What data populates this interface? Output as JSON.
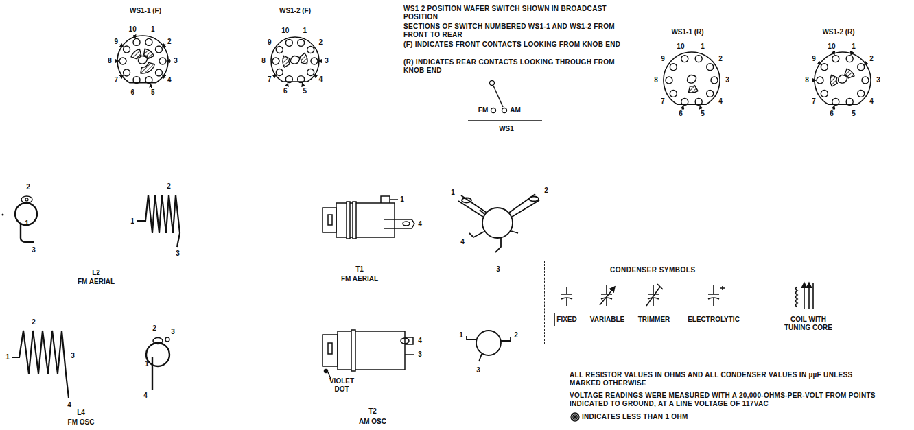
{
  "diagram": {
    "nodes": [
      {
        "text": [
          "CONDENSER SYMBOLS"
        ]
      }
    ],
    "labels": [
      "WS1-1 (F)",
      "1",
      "2",
      "3",
      "4",
      "5",
      "6",
      "7",
      "8",
      "9",
      "10",
      "WS1-2 (F)",
      "1",
      "2",
      "3",
      "4",
      "5",
      "6",
      "7",
      "8",
      "9",
      "10",
      "WS1 2 POSITION WAFER SWITCH SHOWN IN BROADCAST POSITION",
      "SECTIONS OF SWITCH NUMBERED WS1-1 AND WS1-2 FROM FRONT TO REAR",
      "(F) INDICATES FRONT CONTACTS LOOKING FROM KNOB END",
      "(R) INDICATES REAR CONTACTS LOOKING THROUGH FROM KNOB END",
      "WS1-1 (R)",
      "1",
      "2",
      "3",
      "4",
      "5",
      "6",
      "7",
      "8",
      "9",
      "10",
      "WS1-2 (R)",
      "1",
      "2",
      "3",
      "4",
      "5",
      "6",
      "7",
      "8",
      "9",
      "10",
      "FM",
      "AM",
      "WS1",
      "2",
      "1",
      "3",
      "2",
      "1",
      "3",
      "L2",
      "FM AERIAL",
      "2",
      "1",
      "3",
      "4",
      "2",
      "3",
      "1",
      "4",
      "L4",
      "FM OSC",
      "1",
      "4",
      "T1",
      "FM AERIAL",
      "1",
      "2",
      "4",
      "3",
      "4",
      "3",
      "VIOLET DOT",
      "T2",
      "AM OSC",
      "1",
      "2",
      "3",
      "ALL RESISTOR VALUES IN OHMS AND ALL CONDENSER VALUES IN µµF UNLESS MARKED OTHERWISE",
      "VOLTAGE READINGS WERE MEASURED WITH A 20,000-OHMS-PER-VOLT FROM POINTS INDICATED TO GROUND, AT A LINE VOLTAGE OF 117VAC",
      "INDICATES LESS THAN 1 OHM"
    ],
    "legend": [
      {
        "text": "FIXED"
      },
      {
        "text": "VARIABLE"
      },
      {
        "text": "TRIMMER"
      },
      {
        "text": "ELECTROLYTIC"
      },
      {
        "text": "COIL WITH TUNING CORE"
      }
    ]
  }
}
